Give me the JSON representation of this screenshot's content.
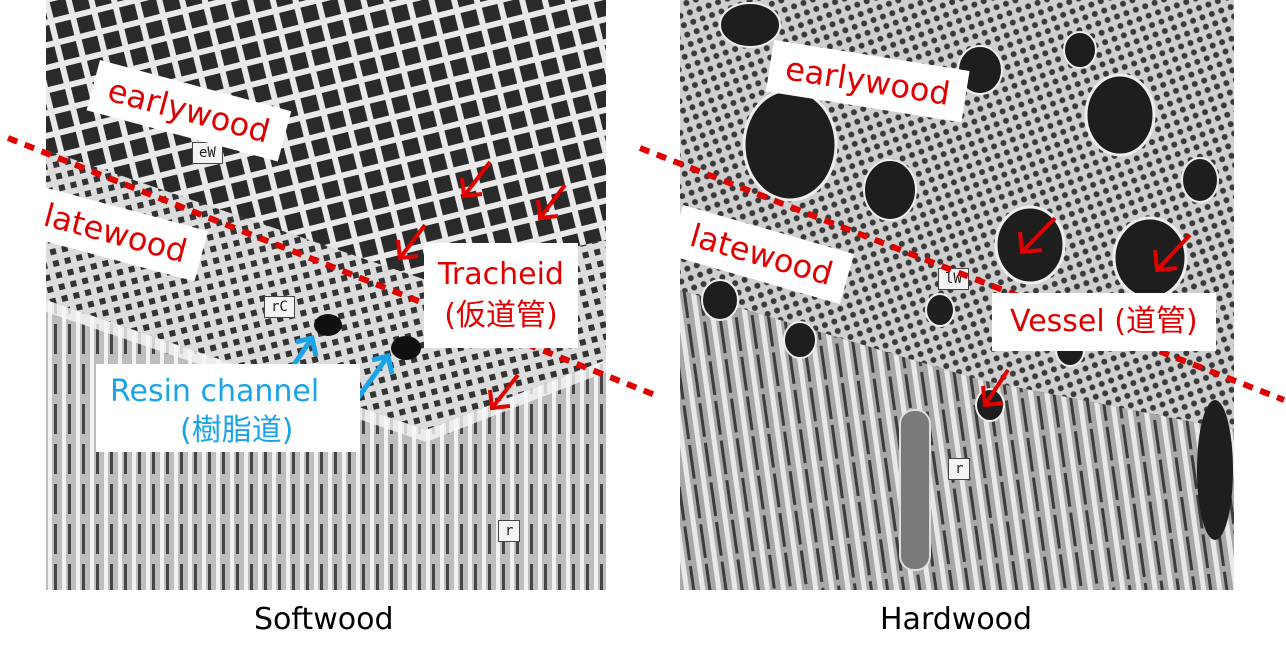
{
  "softwood": {
    "caption": "Softwood",
    "labels": {
      "earlywood": "earlywood",
      "latewood": "latewood",
      "tracheid_line1": "Tracheid",
      "tracheid_line2": "(仮道管)",
      "resin_line1": "Resin channel",
      "resin_line2": "(樹脂道)"
    },
    "micro_tags": {
      "ew": "eW",
      "rc": "rC",
      "r": "r"
    }
  },
  "hardwood": {
    "caption": "Hardwood",
    "labels": {
      "earlywood": "earlywood",
      "latewood": "latewood",
      "vessel": "Vessel (道管)"
    },
    "micro_tags": {
      "lw": "lW",
      "r": "r"
    }
  },
  "colors": {
    "annotation_red": "#e00000",
    "annotation_blue": "#1aa3e6",
    "boundary_line": "#e00000"
  }
}
